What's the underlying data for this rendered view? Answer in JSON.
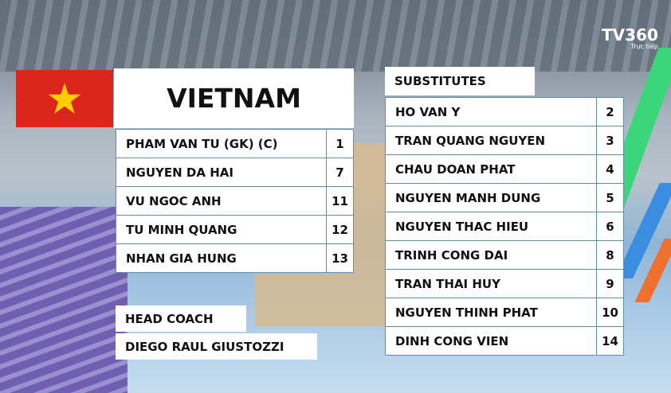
{
  "broadcaster": {
    "logo": "TV360",
    "live_label": "Trực tiếp"
  },
  "team": {
    "name": "VIETNAM",
    "flag_colors": {
      "field": "#da251d",
      "star": "#ffcd00"
    }
  },
  "starters": [
    {
      "name": "PHAM VAN TU (GK) (C)",
      "number": "1"
    },
    {
      "name": "NGUYEN DA HAI",
      "number": "7"
    },
    {
      "name": "VU NGOC ANH",
      "number": "11"
    },
    {
      "name": "TU MINH QUANG",
      "number": "12"
    },
    {
      "name": "NHAN GIA HUNG",
      "number": "13"
    }
  ],
  "substitutes": {
    "title": "SUBSTITUTES",
    "players": [
      {
        "name": "HO VAN Y",
        "number": "2"
      },
      {
        "name": "TRAN QUANG NGUYEN",
        "number": "3"
      },
      {
        "name": "CHAU DOAN PHAT",
        "number": "4"
      },
      {
        "name": "NGUYEN MANH DUNG",
        "number": "5"
      },
      {
        "name": "NGUYEN THAC HIEU",
        "number": "6"
      },
      {
        "name": "TRINH CONG DAI",
        "number": "8"
      },
      {
        "name": "TRAN THAI HUY",
        "number": "9"
      },
      {
        "name": "NGUYEN THINH PHAT",
        "number": "10"
      },
      {
        "name": "DINH CONG VIEN",
        "number": "14"
      }
    ]
  },
  "coach": {
    "title": "HEAD COACH",
    "name": "DIEGO RAUL GIUSTOZZI"
  }
}
